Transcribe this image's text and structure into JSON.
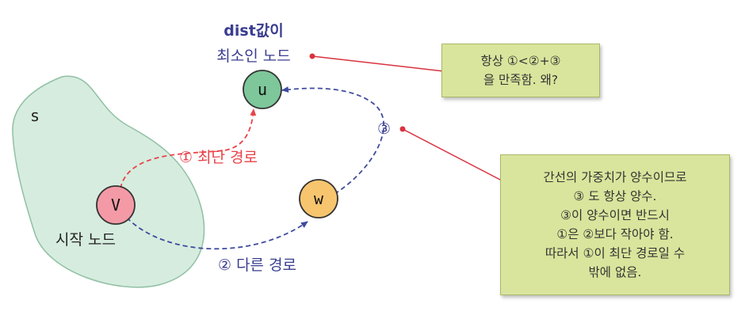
{
  "nodes": {
    "u": "u",
    "v": "V",
    "w": "w"
  },
  "region": {
    "label": "s"
  },
  "labels": {
    "u_caption_line1": "dist값이",
    "u_caption_line2": "최소인 노드",
    "start_node": "시작 노드",
    "path1": "① 최단 경로",
    "path2": "② 다른 경로",
    "path3_marker": "③"
  },
  "callouts": {
    "top": [
      "항상 ①<②+③",
      "을 만족함. 왜?"
    ],
    "bottom": [
      "간선의 가중치가 양수이므로",
      "③ 도 항상 양수.",
      "③이 양수이면 반드시",
      "①은 ②보다 작아야 함.",
      "따라서 ①이 최단 경로일 수",
      "밖에 없음."
    ]
  },
  "colors": {
    "region_fill": "#d6ecdf",
    "region_stroke": "#8fc0a3",
    "node_u": "#7dc79a",
    "node_v": "#f39aa6",
    "node_w": "#f7c56e",
    "path1": "#e8434a",
    "path_blue": "#3e4b9e",
    "pointer": "#d9323f",
    "callout_fill": "#d9e59c"
  }
}
